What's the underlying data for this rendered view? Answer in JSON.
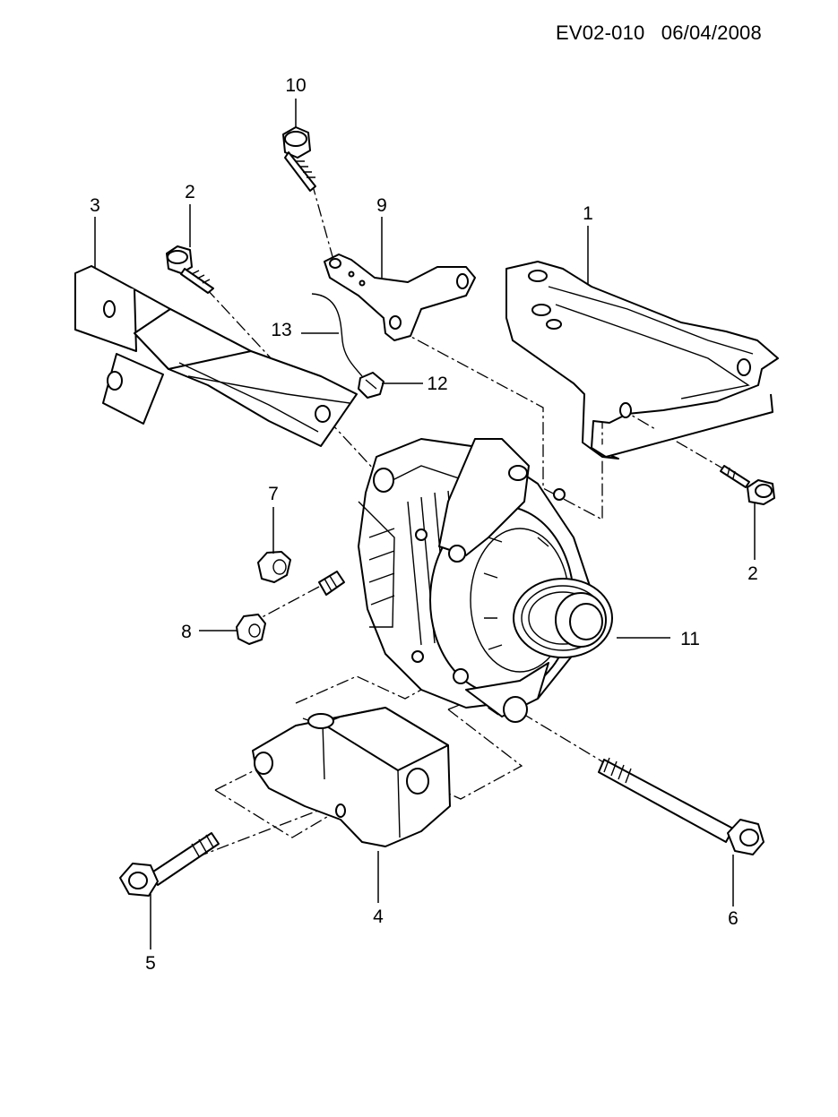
{
  "header": {
    "code": "EV02-010",
    "date": "06/04/2008"
  },
  "callouts": [
    {
      "id": "c1",
      "label": "1"
    },
    {
      "id": "c2a",
      "label": "2"
    },
    {
      "id": "c2b",
      "label": "2"
    },
    {
      "id": "c3",
      "label": "3"
    },
    {
      "id": "c4",
      "label": "4"
    },
    {
      "id": "c5",
      "label": "5"
    },
    {
      "id": "c6",
      "label": "6"
    },
    {
      "id": "c7",
      "label": "7"
    },
    {
      "id": "c8",
      "label": "8"
    },
    {
      "id": "c9",
      "label": "9"
    },
    {
      "id": "c10",
      "label": "10"
    },
    {
      "id": "c11",
      "label": "11"
    },
    {
      "id": "c12",
      "label": "12"
    },
    {
      "id": "c13",
      "label": "13"
    }
  ]
}
